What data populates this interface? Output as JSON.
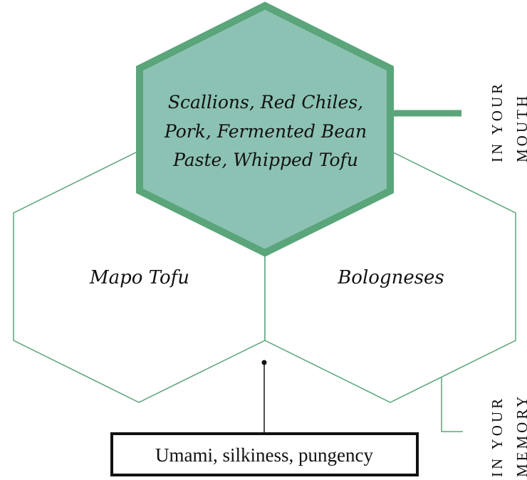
{
  "diagram": {
    "top_hex": {
      "lines": [
        "Scallions, Red Chiles,",
        "Pork, Fermented Bean",
        "Paste, Whipped Tofu"
      ]
    },
    "left_hex": {
      "label": "Mapo Tofu"
    },
    "right_hex": {
      "label": "Bologneses"
    },
    "side_labels": {
      "mouth": {
        "line1": "IN YOUR",
        "line2": "MOUTH"
      },
      "memory": {
        "line1": "IN YOUR",
        "line2": "MEMORY"
      }
    },
    "result_box": {
      "label": "Umami, silkiness, pungency"
    },
    "colors": {
      "hex_fill": "#8cc2b4",
      "hex_stroke": "#5aa57a",
      "outline": "#5aa57a",
      "box_border": "#111111",
      "text": "#111111"
    }
  }
}
